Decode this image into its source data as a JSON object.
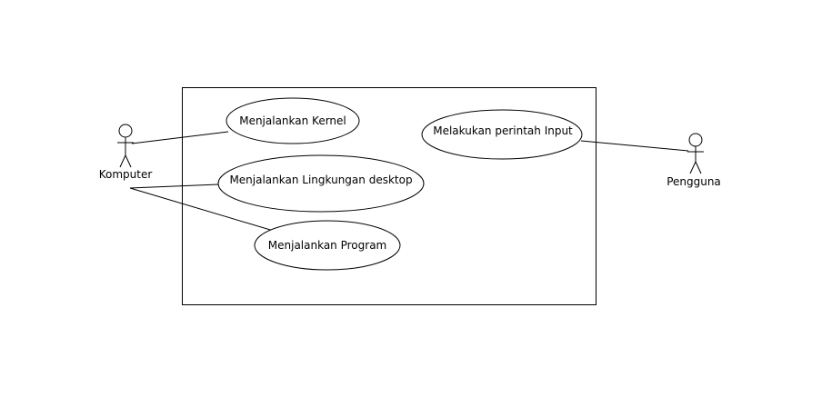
{
  "use_cases": [
    {
      "id": "uc1",
      "label": "Menjalankan Kernel"
    },
    {
      "id": "uc2",
      "label": "Melakukan perintah Input"
    },
    {
      "id": "uc3",
      "label": "Menjalankan Lingkungan desktop"
    },
    {
      "id": "uc4",
      "label": "Menjalankan Program"
    }
  ],
  "actors": [
    {
      "id": "a1",
      "label": "Komputer"
    },
    {
      "id": "a2",
      "label": "Pengguna"
    }
  ],
  "associations": [
    {
      "from": "a1",
      "to": "uc1"
    },
    {
      "from": "a1",
      "to": "uc3"
    },
    {
      "from": "a1",
      "to": "uc4"
    },
    {
      "from": "a2",
      "to": "uc2"
    }
  ],
  "colors": {
    "stroke": "#000000",
    "fill": "#ffffff"
  }
}
